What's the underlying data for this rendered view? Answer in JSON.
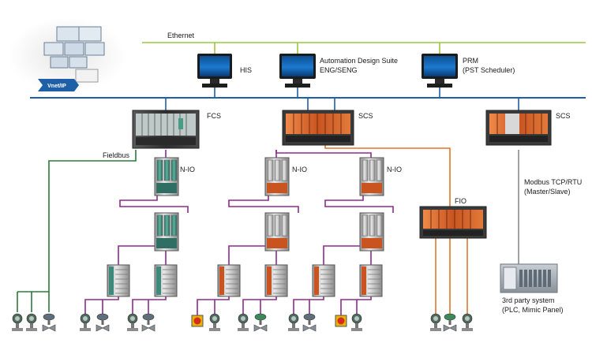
{
  "networks": {
    "ethernet": "Ethernet",
    "fieldbus": "Fieldbus",
    "modbus_line1": "Modbus TCP/RTU",
    "modbus_line2": "(Master/Slave)"
  },
  "stations": {
    "his": "HIS",
    "ads_line1": "Automation Design Suite",
    "ads_line2": "ENG/SENG",
    "prm_line1": "PRM",
    "prm_line2": "(PST Scheduler)"
  },
  "controllers": {
    "fcs": "FCS",
    "scs_center": "SCS",
    "scs_right": "SCS",
    "fio": "FIO"
  },
  "io_nodes": {
    "nio_fcs": "N-IO",
    "nio_scs_a": "N-IO",
    "nio_scs_b": "N-IO"
  },
  "third_party": {
    "line1": "3rd party system",
    "line2": "(PLC, Mimic Panel)"
  },
  "logo_text": "Vnet/IP",
  "colors": {
    "ethernet": "#9bc83c",
    "control_bus": "#1f5fa8",
    "fieldbus": "#2a7a3a",
    "nio": "#8e2a8c",
    "fio": "#e0762a",
    "modbus": "#8a8a8a",
    "scs_orange": "#d9652c",
    "fcs_green": "#4a9a88"
  }
}
